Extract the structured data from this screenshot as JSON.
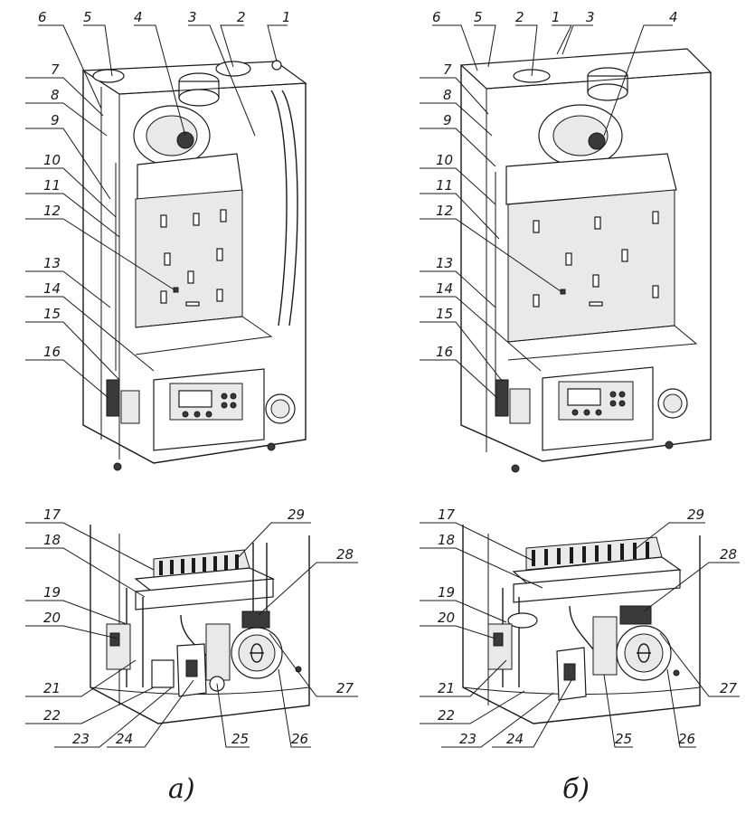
{
  "figure": {
    "views": [
      {
        "id": "a",
        "caption": "а)",
        "top_callouts": [
          "6",
          "5",
          "4",
          "3",
          "2",
          "1",
          "7",
          "8",
          "9",
          "10",
          "11",
          "12",
          "13",
          "14",
          "15",
          "16"
        ],
        "bottom_callouts": [
          "17",
          "18",
          "19",
          "20",
          "21",
          "22",
          "23",
          "24",
          "25",
          "26",
          "27",
          "28",
          "29"
        ]
      },
      {
        "id": "b",
        "caption": "б)",
        "top_callouts": [
          "6",
          "5",
          "2",
          "1",
          "3",
          "4",
          "7",
          "8",
          "9",
          "10",
          "11",
          "12",
          "13",
          "14",
          "15",
          "16"
        ],
        "bottom_callouts": [
          "17",
          "18",
          "19",
          "20",
          "21",
          "22",
          "23",
          "24",
          "25",
          "26",
          "27",
          "28",
          "29"
        ]
      }
    ],
    "colors": {
      "line": "#1a1a1a",
      "panel": "#e9e9e9",
      "dark": "#3a3a3a",
      "background": "#ffffff"
    }
  }
}
